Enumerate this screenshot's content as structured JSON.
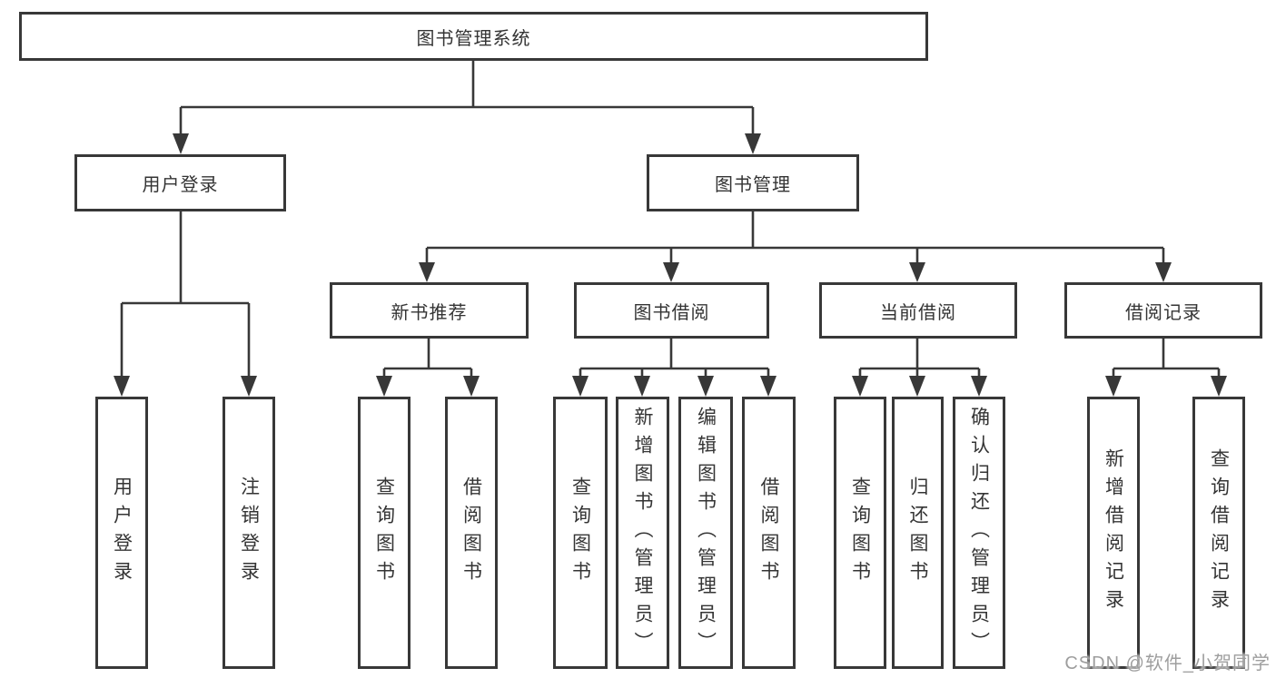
{
  "diagram": {
    "type": "tree",
    "title": "图书管理系统",
    "root": {
      "label": "图书管理系统",
      "children": [
        {
          "label": "用户登录",
          "children": [
            {
              "label": "用户登录"
            },
            {
              "label": "注销登录"
            }
          ]
        },
        {
          "label": "图书管理",
          "children": [
            {
              "label": "新书推荐",
              "children": [
                {
                  "label": "查询图书"
                },
                {
                  "label": "借阅图书"
                }
              ]
            },
            {
              "label": "图书借阅",
              "children": [
                {
                  "label": "查询图书"
                },
                {
                  "label": "新增图书（管理员）"
                },
                {
                  "label": "编辑图书（管理员）"
                },
                {
                  "label": "借阅图书"
                }
              ]
            },
            {
              "label": "当前借阅",
              "children": [
                {
                  "label": "查询图书"
                },
                {
                  "label": "归还图书"
                },
                {
                  "label": "确认归还（管理员）"
                }
              ]
            },
            {
              "label": "借阅记录",
              "children": [
                {
                  "label": "新增借阅记录"
                },
                {
                  "label": "查询借阅记录"
                }
              ]
            }
          ]
        }
      ]
    },
    "colors": {
      "line": "#383838",
      "text": "#343434",
      "background": "#ffffff",
      "watermark_gray": "#9e9e9e"
    }
  },
  "watermark": {
    "text": "CSDN @软件_小贺同学"
  }
}
